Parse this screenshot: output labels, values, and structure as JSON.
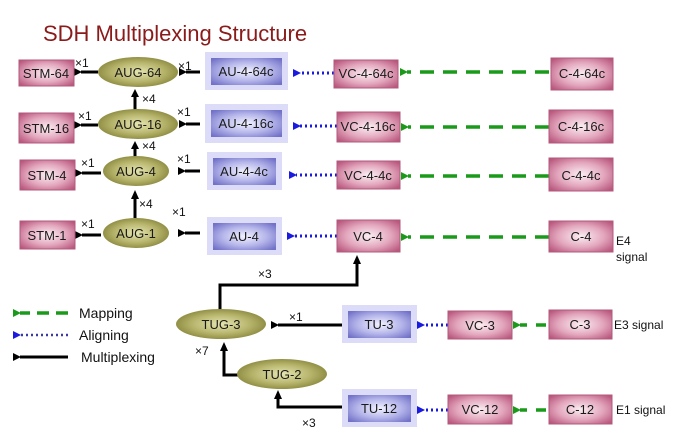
{
  "title": "SDH Multiplexing Structure",
  "colors": {
    "title": "#8b1a1a",
    "mapping": "#1a9a1a",
    "aligning": "#1a1ae0",
    "multiplexing": "#000000",
    "stm_box": "#c05f85",
    "au_box": "#8080d0",
    "au_frame": "#dcdcf8",
    "aug_ellipse": "#8c8a3a"
  },
  "nodes": {
    "stm64": "STM-64",
    "stm16": "STM-16",
    "stm4": "STM-4",
    "stm1": "STM-1",
    "aug64": "AUG-64",
    "aug16": "AUG-16",
    "aug4": "AUG-4",
    "aug1": "AUG-1",
    "au464c": "AU-4-64c",
    "au416c": "AU-4-16c",
    "au44c": "AU-4-4c",
    "au4": "AU-4",
    "vc464c": "VC-4-64c",
    "vc416c": "VC-4-16c",
    "vc44c": "VC-4-4c",
    "vc4": "VC-4",
    "c464c": "C-4-64c",
    "c416c": "C-4-16c",
    "c44c": "C-4-4c",
    "c4": "C-4",
    "tug3": "TUG-3",
    "tug2": "TUG-2",
    "tu3": "TU-3",
    "tu12": "TU-12",
    "vc3": "VC-3",
    "vc12": "VC-12",
    "c3": "C-3",
    "c12": "C-12"
  },
  "multipliers": {
    "aug64_to_stm64": "×1",
    "au464c_to_aug64": "×1",
    "aug16_to_aug64": "×4",
    "aug16_to_stm16": "×1",
    "au416c_to_aug16": "×1",
    "aug4_to_aug16": "×4",
    "aug4_to_stm4": "×1",
    "au44c_to_aug4": "×1",
    "aug1_to_aug4": "×4",
    "aug1_to_stm1": "×1",
    "au4_to_aug1": "×1",
    "tug3_to_vc4": "×3",
    "tu3_to_tug3": "×1",
    "tug2_to_tug3": "×7",
    "tu12_to_tug2": "×3"
  },
  "signals": {
    "e4_line1": "E4",
    "e4_line2": "signal",
    "e3": "E3 signal",
    "e1": "E1 signal"
  },
  "legend": {
    "mapping": "Mapping",
    "aligning": "Aligning",
    "multiplexing": "Multiplexing"
  }
}
